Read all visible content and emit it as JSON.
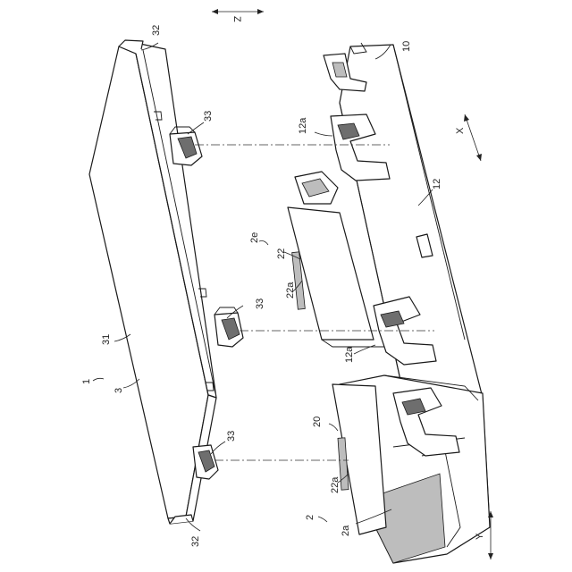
{
  "figure": {
    "axes": {
      "z": "Z",
      "x": "X",
      "y": "Y"
    },
    "labels": {
      "ref_1": "1",
      "ref_2": "2",
      "ref_2a": "2a",
      "ref_2e": "2e",
      "ref_3": "3",
      "ref_10": "10",
      "ref_12_side": "12",
      "ref_12a_top": "12a",
      "ref_12a_mid": "12a",
      "ref_20": "20",
      "ref_22": "22",
      "ref_22a_upper": "22a",
      "ref_22a_lower": "22a",
      "ref_31": "31",
      "ref_32_top": "32",
      "ref_32_bottom": "32",
      "ref_33_top": "33",
      "ref_33_mid": "33",
      "ref_33_bottom": "33"
    }
  }
}
